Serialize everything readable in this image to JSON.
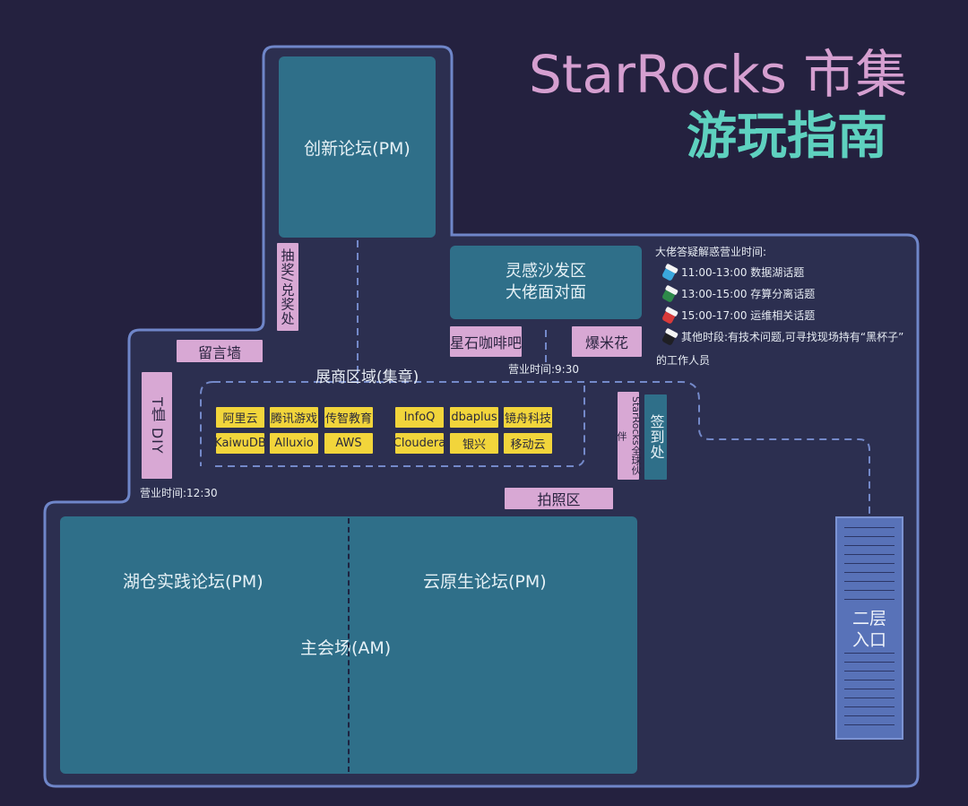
{
  "title": {
    "line1": "StarRocks 市集",
    "line2": "游玩指南"
  },
  "rooms": {
    "innovation": "创新论坛(PM)",
    "sofa_line1": "灵感沙发区",
    "sofa_line2": "大佬面对面",
    "lakehouse": "湖仓实践论坛(PM)",
    "cloud_native": "云原生论坛(PM)",
    "main_venue": "主会场(AM)"
  },
  "spots": {
    "lottery": "抽奖/兑奖处",
    "message_wall": "留言墙",
    "tshirt_diy": "T恤 DIY",
    "coffee": "星石咖啡吧",
    "popcorn": "爆米花",
    "partners": "StarRocks全球伙伴",
    "checkin": "签到处",
    "photo": "拍照区",
    "stairs_line1": "二层",
    "stairs_line2": "入口"
  },
  "hours": {
    "coffee": "营业时间:9:30",
    "tshirt": "营业时间:12:30"
  },
  "exhibit": {
    "title": "展商区域(集章)",
    "group1": [
      "阿里云",
      "腾讯游戏",
      "传智教育",
      "KaiwuDB",
      "Alluxio",
      "AWS"
    ],
    "group2": [
      "InfoQ",
      "dbaplus",
      "镜舟科技",
      "Cloudera",
      "银兴",
      "移动云"
    ]
  },
  "legend": {
    "title": "大佬答疑解惑营业时间:",
    "items": [
      {
        "text": "11:00-13:00 数据湖话题",
        "color": "#3aa7dd"
      },
      {
        "text": "13:00-15:00 存算分离话题",
        "color": "#2e8a4a"
      },
      {
        "text": "15:00-17:00 运维相关话题",
        "color": "#d93a3a"
      },
      {
        "text": "其他时段:有技术问题,可寻找现场持有“黑杯子”",
        "color": "#1f1f24"
      }
    ],
    "continuation": "的工作人员"
  },
  "colors": {
    "background": "#24213f",
    "floor": "#2c2f50",
    "wall": "#6f86c9",
    "room": "#2f6f89",
    "booth": "#f2d53b",
    "label": "#d8a8d4",
    "title_pink": "#d59fd0",
    "title_teal": "#5ed1bf"
  }
}
